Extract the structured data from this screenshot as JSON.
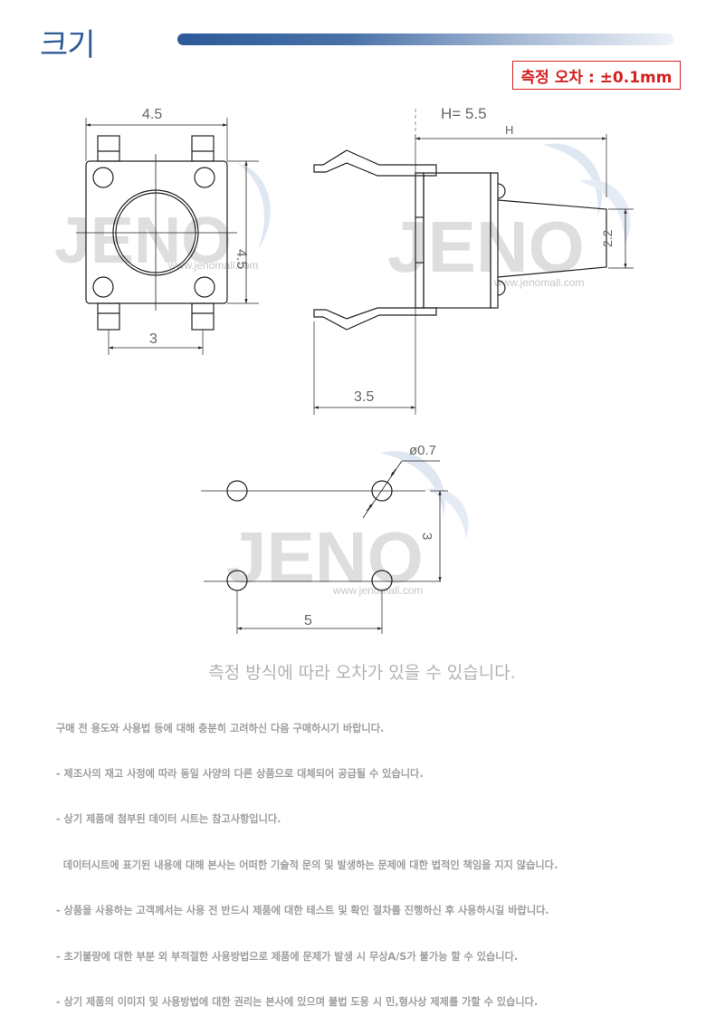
{
  "header": {
    "title": "크기",
    "tolerance_label": "측정 오차 : ±0.1mm",
    "accent_color": "#2c5a98",
    "tolerance_color": "#d42020"
  },
  "watermark": {
    "text": "JENO",
    "url": "www.jenomall.com"
  },
  "top_view": {
    "width_dim": "4.5",
    "height_dim": "4.5",
    "pin_pitch_dim": "3"
  },
  "side_view": {
    "height_note": "H= 5.5",
    "height_label": "H",
    "actuator_dim": "2.2",
    "lead_dim": "3.5"
  },
  "footprint": {
    "hole_dia": "ø0.7",
    "row_spacing": "3",
    "col_spacing": "5"
  },
  "caption": "측정 방식에 따라 오차가 있을 수 있습니다.",
  "notes": [
    "구매 전 용도와 사용법 등에 대해 충분히 고려하신 다음 구매하시기 바랍니다.",
    "- 제조사의 재고 사정에 따라 동일 사양의 다른 상품으로 대체되어 공급될 수 있습니다.",
    "- 상기 제품에 첨부된 데이터 시트는 참고사항입니다.",
    "  데이터시트에 표기된 내용에 대해 본사는 어떠한 기술적 문의 및 발생하는 문제에 대한 법적인 책임을 지지 않습니다.",
    "- 상품을 사용하는 고객께서는 사용 전 반드시 제품에 대한 테스트 및 확인 절차를 진행하신 후 사용하시길 바랍니다.",
    "- 초기불량에 대한 부분 외 부적절한 사용방법으로 제품에 문제가 발생 시 무상A/S가 불가능 할 수 있습니다.",
    "- 상기 제품의 이미지 및 사용방법에 대한 권리는 본사에 있으며 불법 도용 시 민,형사상 제제를 가할 수 있습니다."
  ]
}
